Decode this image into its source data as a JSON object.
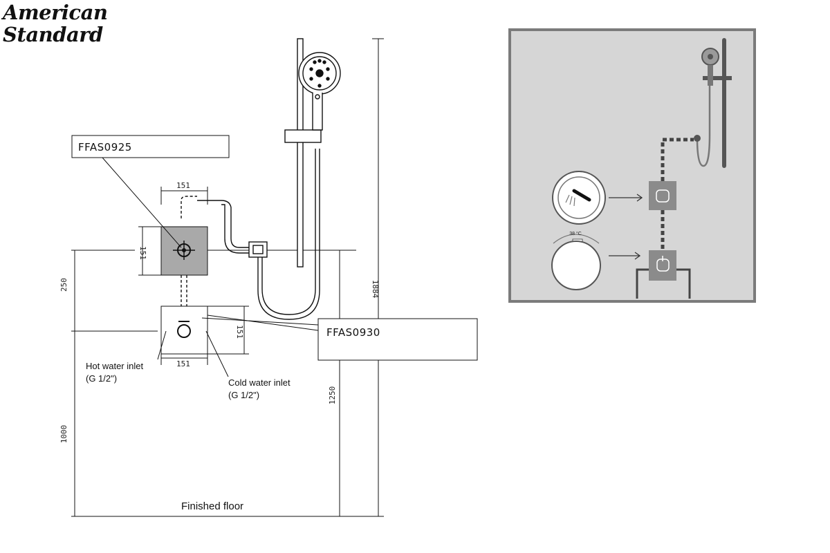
{
  "brand": {
    "line1": "American",
    "line2": "Standard"
  },
  "labels": {
    "upper_model": "FFAS0925",
    "lower_model": "FFAS0930",
    "hot_inlet_line1": "Hot water inlet",
    "hot_inlet_line2": "(G 1/2\")",
    "cold_inlet_line1": "Cold water inlet",
    "cold_inlet_line2": "(G 1/2\")",
    "floor": "Finished floor"
  },
  "dimensions": {
    "upper_box_width": "151",
    "upper_box_height": "151",
    "lower_box_width": "151",
    "lower_box_height": "151",
    "box_spacing": "250",
    "overall_height": "1884",
    "inlet_height": "1250",
    "floor_to_inlet": "1000"
  },
  "schematic": {
    "temperature_label": "38 °C"
  },
  "colors": {
    "line": "#111111",
    "upper_box_fill": "#a9a9a9",
    "panel_bg": "#d6d6d6",
    "panel_border": "#7b7b7b",
    "module_fill": "#8b8b8b",
    "pipe": "#555555"
  },
  "icons": {
    "hand-shower": "hand-shower-icon",
    "shower-knob": "shower-knob-icon",
    "thermostat-knob": "thermostat-knob-icon"
  }
}
